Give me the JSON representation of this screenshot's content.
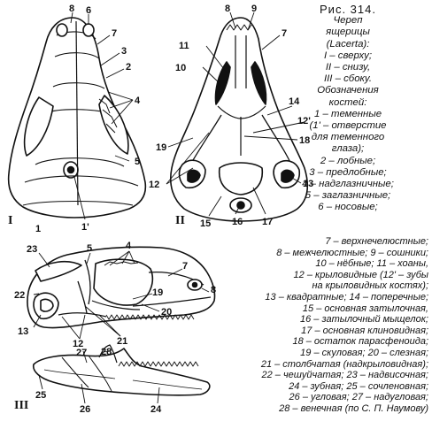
{
  "figure": {
    "number": "Рис. 314.",
    "title_lines": [
      "Череп",
      "ящерицы",
      "(Lacerta):"
    ],
    "views": [
      "I – сверху;",
      "II – снизу,",
      "III – сбоку."
    ],
    "legend_heading": [
      "Обозначения",
      "костей:"
    ],
    "legend_upper": [
      "1 – теменные",
      "(1' – отверстие",
      "для теменного",
      "глаза);",
      "2 – лобные;",
      "3 – предлобные;",
      "4 – надглазничные;",
      "5 – заглазничные;",
      "6 – носовые;"
    ],
    "legend_lower": [
      "7 – верхнечелюстные;",
      "8 – межчелюстные; 9 – сошники;",
      "10 – нёбные; 11 – хоаны,",
      "12 – крыловидные (12' – зубы",
      "на крыловидных костях);",
      "13 – квадратные; 14 – поперечные;",
      "15 – основная затылочная,",
      "16 – затылочный мыщелок;",
      "17 – основная клиновидная;",
      "18 – остаток парасфеноида;",
      "19 – скуловая; 20 – слезная;",
      "21 – столбчатая (надкрыловидная);",
      "22 – чешуйчатая; 23 – надвисочная;",
      "24 – зубная; 25 – сочленовная;",
      "26 – угловая; 27 – надугловая;",
      "28 – венечная (по С. П. Наумову)"
    ],
    "view_labels": {
      "top": "I",
      "bottom": "II",
      "side": "III"
    },
    "labels_top": {
      "n8": "8",
      "n6": "6",
      "n7": "7",
      "n3": "3",
      "n2": "2",
      "n4": "4",
      "n5": "5",
      "n1": "1",
      "n1p": "1'"
    },
    "labels_bottom": {
      "n8": "8",
      "n9": "9",
      "n7": "7",
      "n11": "11",
      "n10": "10",
      "n14": "14",
      "n12p": "12'",
      "n18": "18",
      "n19": "19",
      "n12": "12",
      "n13": "13",
      "n15": "15",
      "n16": "16",
      "n17": "17"
    },
    "labels_side": {
      "n23": "23",
      "n5": "5",
      "n4": "4",
      "n7": "7",
      "n22": "22",
      "n8": "8",
      "n19": "19",
      "n20": "20",
      "n13": "13",
      "n12": "12",
      "n21": "21",
      "n27": "27",
      "n28": "28",
      "n25": "25",
      "n26": "26",
      "n24": "24"
    }
  }
}
